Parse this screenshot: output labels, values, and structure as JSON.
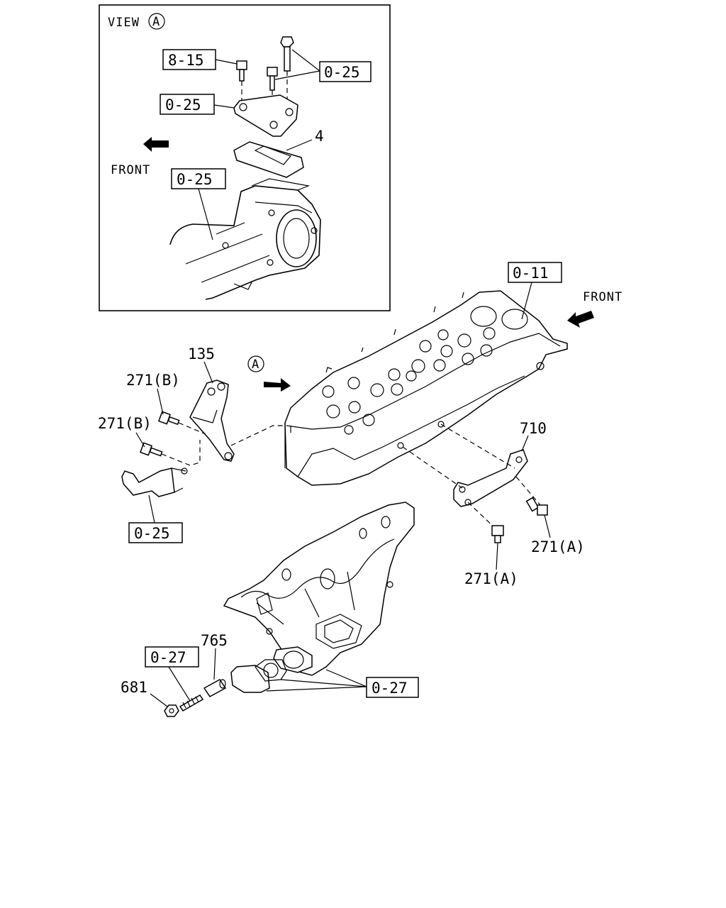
{
  "view_inset": {
    "title": "VIEW",
    "title_marker": "A",
    "front_label": "FRONT",
    "callouts": [
      {
        "text": "8-15",
        "boxed": true
      },
      {
        "text": "0-25",
        "boxed": true
      },
      {
        "text": "0-25",
        "boxed": true
      },
      {
        "text": "4",
        "boxed": false
      },
      {
        "text": "0-25",
        "boxed": true
      }
    ]
  },
  "main": {
    "front_label": "FRONT",
    "view_marker": "A",
    "callouts": [
      {
        "text": "0-11",
        "boxed": true
      },
      {
        "text": "135",
        "boxed": false
      },
      {
        "text": "271(B)",
        "boxed": false
      },
      {
        "text": "271(B)",
        "boxed": false
      },
      {
        "text": "0-25",
        "boxed": true
      },
      {
        "text": "710",
        "boxed": false
      },
      {
        "text": "271(A)",
        "boxed": false
      },
      {
        "text": "271(A)",
        "boxed": false
      },
      {
        "text": "765",
        "boxed": false
      },
      {
        "text": "0-27",
        "boxed": true
      },
      {
        "text": "681",
        "boxed": false
      },
      {
        "text": "0-27",
        "boxed": true
      }
    ]
  }
}
